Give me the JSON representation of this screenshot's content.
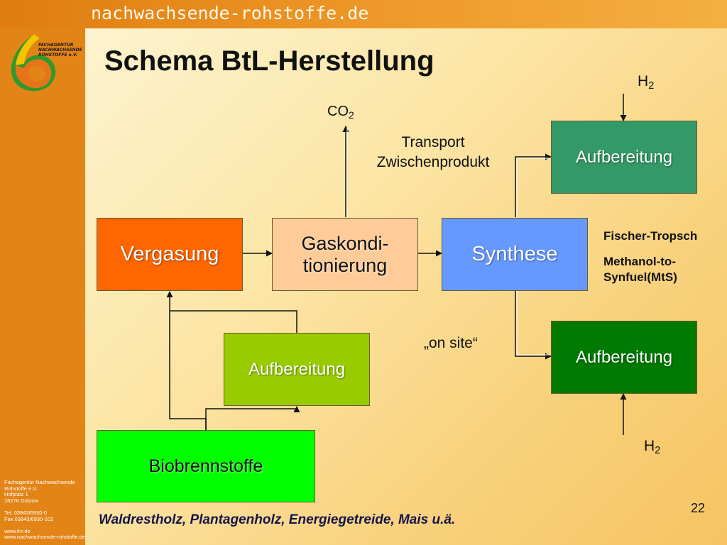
{
  "header": {
    "site_title": "nachwachsende-rohstoffe.de"
  },
  "logo": {
    "text": "FACHAGENTUR\nNACHWACHSENDE\nROHSTOFFE e.V."
  },
  "sidebar": {
    "contact": [
      "Fachagentur Nachwachsende",
      "Rohstoffe e.V.",
      "Hofplatz 1",
      "18276 Gülzow",
      "",
      "Tel. 03843/6930-0",
      "Fax 03843/6930-102",
      "",
      "www.fnr.de",
      "www.nachwachsende-rohstoffe.de"
    ]
  },
  "slide": {
    "title": "Schema BtL-Herstellung",
    "page_number": "22",
    "footer": "Waldrestholz, Plantagenholz, Energiegetreide, Mais u.ä."
  },
  "diagram": {
    "nodes": {
      "vergasung": {
        "label": "Vergasung",
        "color": "#ff6600"
      },
      "gaskond": {
        "label": "Gaskondi-\ntionierung",
        "color": "#ffcc99"
      },
      "synthese": {
        "label": "Synthese",
        "color": "#6699ff"
      },
      "aufb_top": {
        "label": "Aufbereitung",
        "color": "#339966"
      },
      "aufb_bottom": {
        "label": "Aufbereitung",
        "color": "#007a00"
      },
      "aufb_left": {
        "label": "Aufbereitung",
        "color": "#99cc00"
      },
      "biobrenn": {
        "label": "Biobrennstoffe",
        "color": "#00ff00"
      }
    },
    "labels": {
      "co2": {
        "main": "CO",
        "sub": "2"
      },
      "h2_top": {
        "main": "H",
        "sub": "2"
      },
      "h2_bottom": {
        "main": "H",
        "sub": "2"
      },
      "transport_1": "Transport",
      "transport_2": "Zwischenprodukt",
      "on_site": "„on site“",
      "fischer": "Fischer-Tropsch",
      "mts_1": "Methanol-to-",
      "mts_2": "Synfuel(MtS)"
    }
  }
}
